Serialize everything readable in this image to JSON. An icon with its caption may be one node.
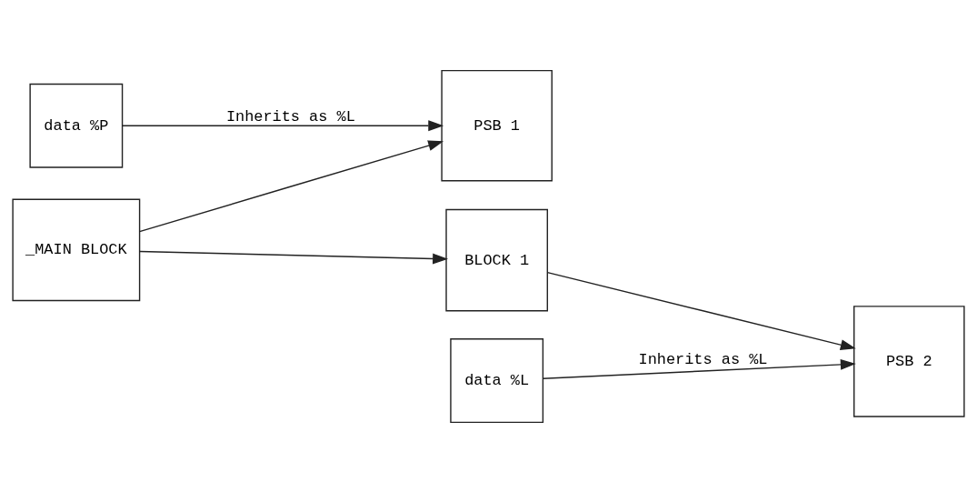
{
  "diagram": {
    "nodes": [
      {
        "text": [
          "data %P"
        ]
      },
      {
        "text": [
          "_MAIN BLOCK"
        ]
      },
      {
        "text": [
          "PSB 1"
        ]
      },
      {
        "text": [
          "data %L"
        ]
      },
      {
        "text": [
          "BLOCK 1"
        ]
      },
      {
        "text": [
          "PSB 2"
        ]
      }
    ],
    "edges": [
      {
        "from": 0,
        "to": 2,
        "arrow": "to",
        "label": "Inherits as %L"
      },
      {
        "from": 1,
        "to": 2,
        "arrow": "to"
      },
      {
        "from": 1,
        "to": 4,
        "arrow": "to"
      },
      {
        "from": 3,
        "to": 5,
        "arrow": "to",
        "label": "Inherits as %L"
      },
      {
        "from": 4,
        "to": 5,
        "arrow": "to"
      }
    ]
  }
}
